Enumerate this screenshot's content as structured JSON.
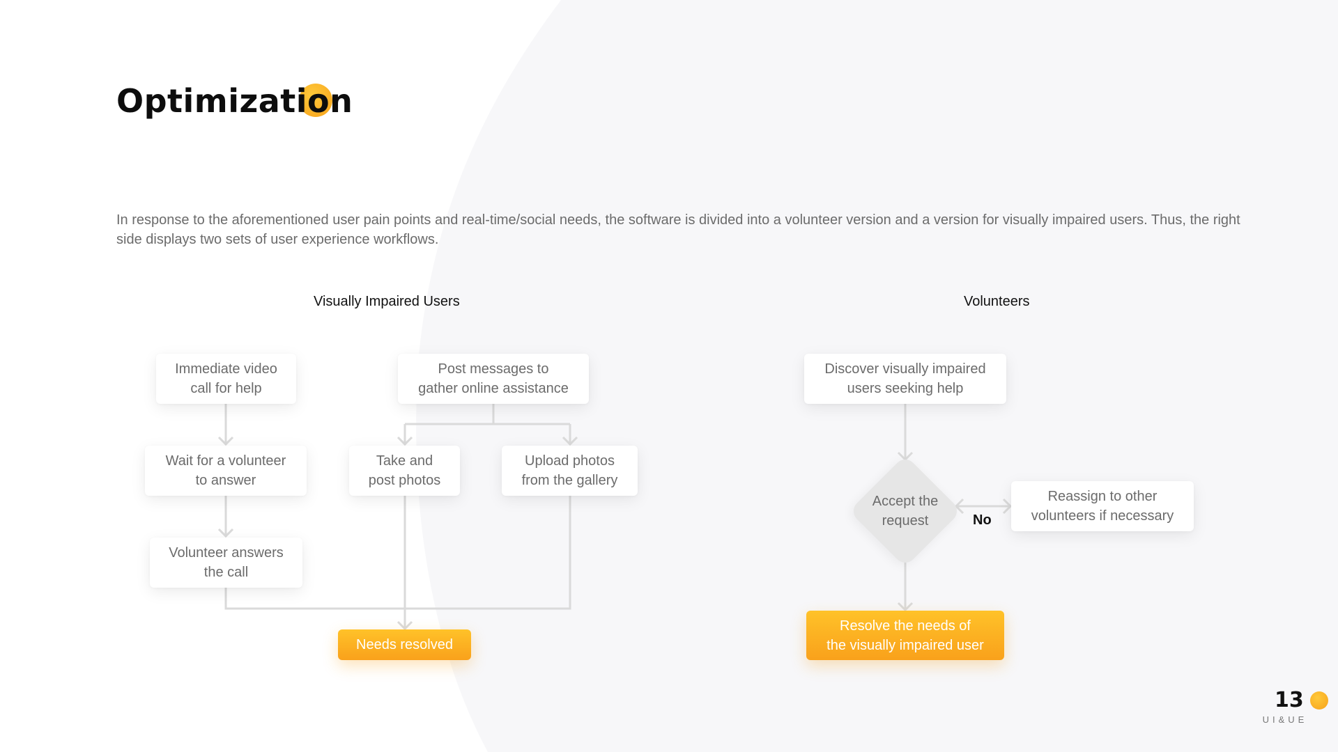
{
  "title": "Optimization",
  "intro": "In response to the aforementioned user pain points and real-time/social needs, the software is divided into a volunteer version and a version for visually impaired users. Thus, the right side displays two sets of user experience workflows.",
  "flows": {
    "visually_impaired": {
      "heading": "Visually Impaired Users",
      "video_call": "Immediate video\ncall for help",
      "post_messages": "Post messages to\ngather online assistance",
      "wait_volunteer": "Wait for a volunteer\nto answer",
      "take_photos": "Take and\npost photos",
      "upload_photos": "Upload photos\nfrom the gallery",
      "volunteer_answers": "Volunteer answers\nthe call",
      "needs_resolved": "Needs resolved"
    },
    "volunteers": {
      "heading": "Volunteers",
      "discover": "Discover visually impaired\nusers seeking help",
      "accept": "Accept the\nrequest",
      "no": "No",
      "reassign": "Reassign to other\nvolunteers if necessary",
      "resolve": "Resolve the needs of\nthe visually impaired user"
    }
  },
  "footer": {
    "page_number": "13",
    "tag": "UI&UE"
  },
  "colors": {
    "accent": "#f9a11b",
    "accent_light": "#ffc229",
    "connector": "#d9d9d9",
    "text_muted": "#6b6b6b"
  }
}
